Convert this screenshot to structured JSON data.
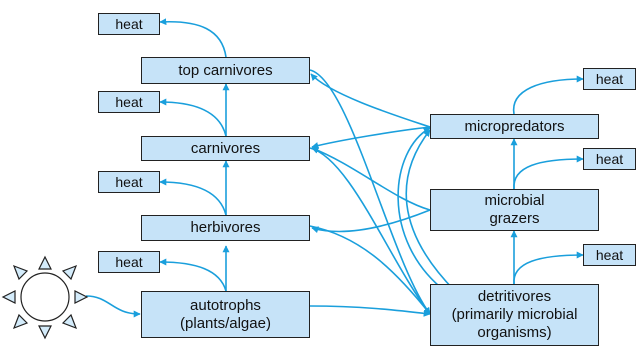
{
  "nodes": {
    "top_carnivores": "top carnivores",
    "carnivores": "carnivores",
    "herbivores": "herbivores",
    "autotrophs": "autotrophs\n(plants/algae)",
    "micropredators": "micropredators",
    "microbial_grazers": "microbial\ngrazers",
    "detritivores": "detritivores\n(primarily microbial\norganisms)"
  },
  "heat_label": "heat",
  "colors": {
    "box_fill": "#c6e3f8",
    "arrow": "#1a9fdc",
    "sun_fill": "#d4ecfb"
  },
  "icons": {
    "sun": "sun-icon"
  }
}
